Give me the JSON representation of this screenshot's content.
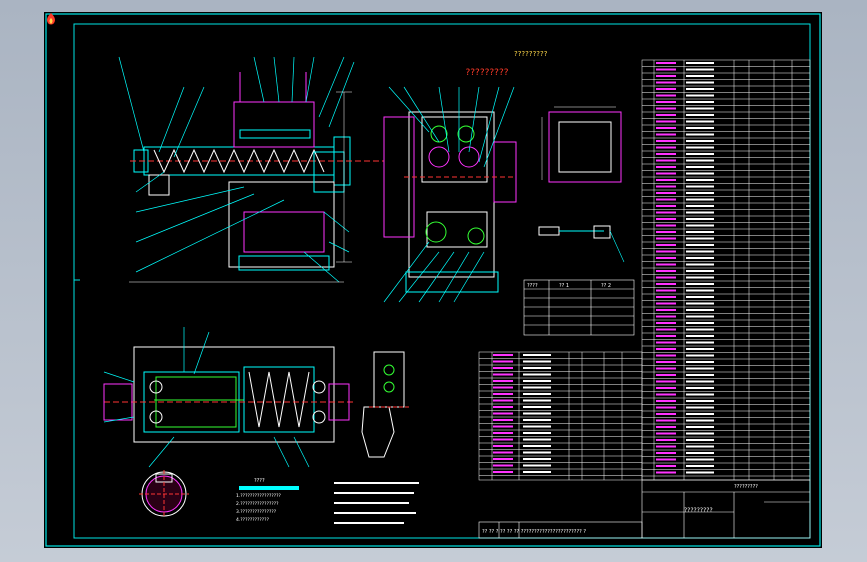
{
  "watermark": {
    "brand_top": "?????????",
    "brand_bottom": "?????????"
  },
  "tables": {
    "spec_headers": [
      "????",
      "?? 1",
      "?? 2"
    ],
    "title_block_main": "?????????",
    "title_block_left": "?????????",
    "bottom_strip": "?? ?? ? ?? ?? ?? ??????????????????????? ?"
  },
  "notes": {
    "title": "????",
    "lines": [
      "1.?????????????????",
      "2.????????????????",
      "3.???????????????",
      "4.????????????"
    ]
  },
  "colors": {
    "background": "#000000",
    "frame": "#00e5e5",
    "line_cyan": "#00ffff",
    "line_magenta": "#ff33ff",
    "line_green": "#33ff33",
    "line_white": "#ffffff",
    "line_red": "#ff3333",
    "line_yellow": "#ffff33",
    "line_blue": "#3366ff"
  }
}
